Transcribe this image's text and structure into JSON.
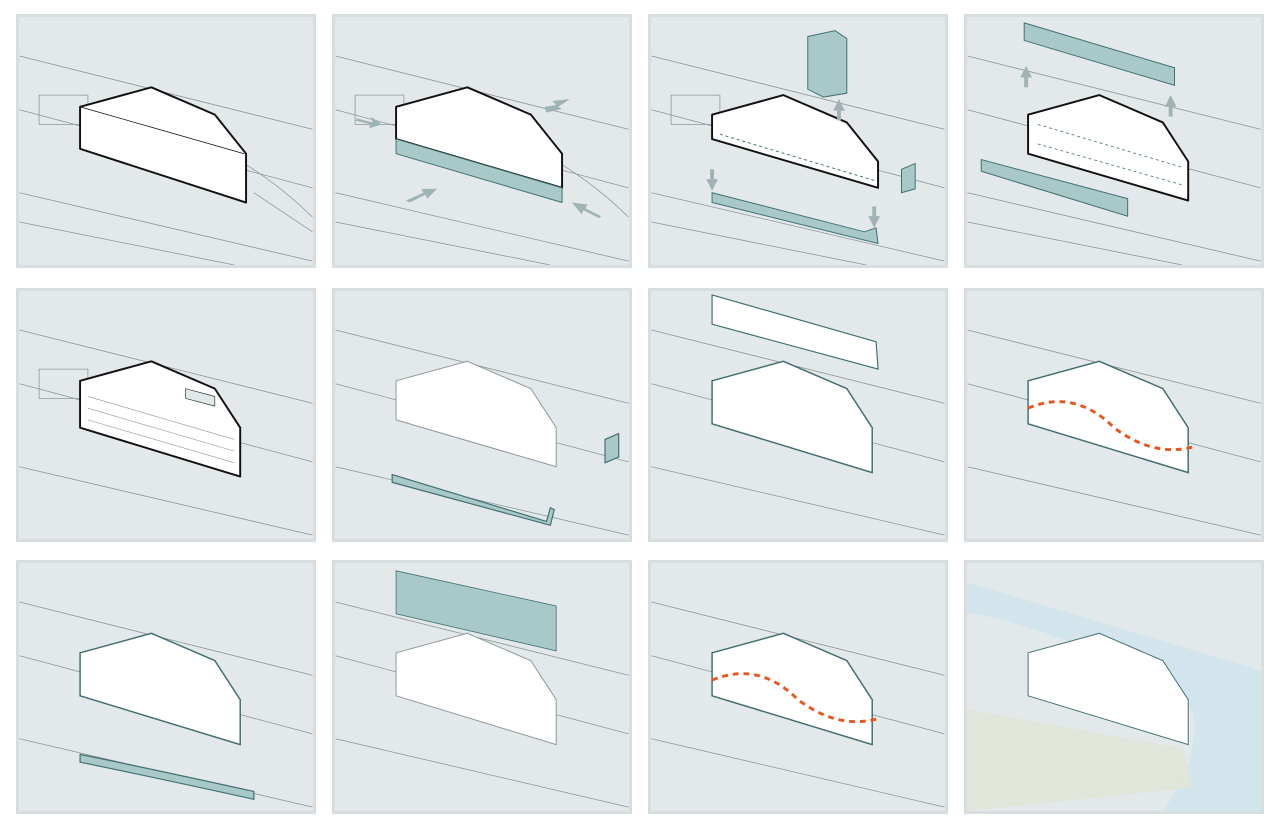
{
  "title": "",
  "colors": {
    "panel_bg": "#e3e9ea",
    "panel_border": "#d6dedf",
    "context_lines": "#8c9799",
    "building_outline": "#111111",
    "building_fill": "#ffffff",
    "component_teal": "#a9c9c8",
    "component_stroke": "#3f6f72",
    "arrow": "#9fb3b5",
    "flow_line": "#e8561e",
    "water": "#cfe3ec",
    "landscape": "#dfe6d7"
  },
  "steps": [
    {
      "id": 1,
      "icon": "mass-volume-icon"
    },
    {
      "id": 2,
      "icon": "compress-arrows-icon"
    },
    {
      "id": 3,
      "icon": "extract-volumes-icon"
    },
    {
      "id": 4,
      "icon": "facade-bands-icon"
    },
    {
      "id": 5,
      "icon": "facade-grid-icon"
    },
    {
      "id": 6,
      "icon": "podium-slab-icon"
    },
    {
      "id": 7,
      "icon": "upper-wrap-icon"
    },
    {
      "id": 8,
      "icon": "flow-line-icon"
    },
    {
      "id": 9,
      "icon": "curved-base-icon"
    },
    {
      "id": 10,
      "icon": "vertical-fins-icon"
    },
    {
      "id": 11,
      "icon": "wave-skin-icon"
    },
    {
      "id": 12,
      "icon": "final-context-icon"
    }
  ]
}
